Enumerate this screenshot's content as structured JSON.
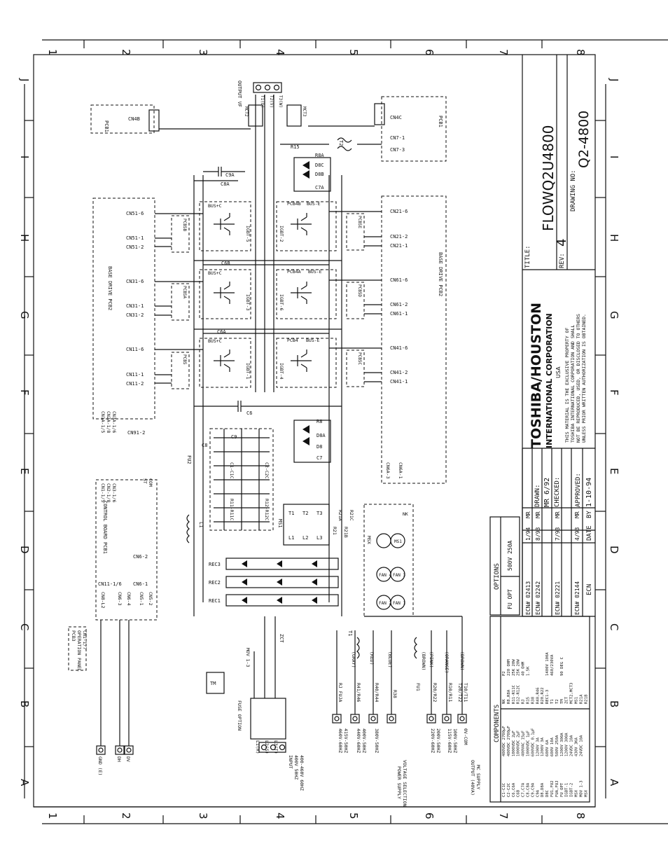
{
  "ruler": {
    "numbers": [
      "1",
      "2",
      "3",
      "4",
      "5",
      "6",
      "7",
      "8"
    ],
    "letters_right": [
      "J",
      "I",
      "H",
      "G",
      "F",
      "E",
      "D",
      "C",
      "B",
      "A"
    ]
  },
  "title_block": {
    "company_line1": "TOSHIBA/HOUSTON",
    "company_line2": "INTERNATIONAL CORPORATION",
    "company_line3": "USA",
    "notice": [
      "THIS MATERIAL IS THE EXCLUSIVE PROPERTY OF",
      "TOSHIBA INTERNATIONAL CORPORATION AND SHALL",
      "NOT BE REPRODUCED, USED, OR DISCLOSED TO OTHERS",
      "UNLESS PRIOR WRITTEN AUTHORIZATION IS OBTAINED."
    ],
    "title_label": "TITLE:",
    "title": "FLOWQ2U4800",
    "rev_label": "REV:",
    "rev": "4",
    "drawing_no_label": "DRAWING NO:",
    "drawing_no": "Q2-4800",
    "drawn_label": "DRAWN:",
    "drawn": "MR 6/92",
    "checked_label": "CHECKED:",
    "approved_label": "APPROVED:",
    "approved": "1-10-94"
  },
  "revisions": {
    "rows": [
      {
        "ecn": "ECN# 02413",
        "date": "1/94",
        "by": "MR"
      },
      {
        "ecn": "ECN# 02242",
        "date": "8/93",
        "by": "MR"
      },
      {
        "ecn": "ECN# 02221",
        "date": "7/93",
        "by": "MR"
      },
      {
        "ecn": "ECN# 02144",
        "date": "4/93",
        "by": "MR"
      }
    ],
    "hdr_ecn": "ECN",
    "hdr_date": "DATE",
    "hdr_by": "BY"
  },
  "options": {
    "title": "OPTIONS",
    "row_label": "FU OPT",
    "row_value": "500V 250A"
  },
  "components": {
    "title": "COMPONENTS",
    "left": [
      "C1-C1C",
      "C2-C2C",
      "C6,C6A",
      "C6B",
      "C7,C7A",
      "C8,C8A",
      "C9,C9A",
      "C9A",
      "D8,D8A",
      "D8C",
      "FU1,FU2",
      "FUA,FUJ",
      "FU OPT",
      "IGBT-1",
      "IGBT-2",
      "MSX",
      "MOV 1-3",
      "MSX"
    ],
    "right": [
      "400VDC 2700µF",
      "400VDC 2700µF",
      "1000VDC 2µF",
      "1000VDC 2µF",
      "400VAC 15µF",
      "1000VDC 1µF",
      "600VDC 0.1µF",
      "1200V 3A",
      "1200V 3A",
      "600V 6A",
      "600V 10A",
      "500V 250A",
      "1200V 300A",
      "1200V 300A",
      "24VDC 10A",
      "430V 3KA",
      "24VDC 10A",
      ""
    ],
    "right2": [
      "NK",
      "R8,R8A",
      "R11-R11C",
      "R12-R12C",
      "RJ",
      "R15",
      "R38",
      "R40,R46",
      "R20,R22",
      "REC1-3",
      "T1",
      "T2",
      "TM",
      "ZCT",
      "MCT2,MCT3",
      "MS1",
      "R21A",
      "R21B"
    ],
    "right2v": [
      "P2",
      "220 OHM",
      "25K 20W",
      "25K 20W",
      "40 OHM",
      "1.5K",
      "",
      "",
      "",
      "1400V 100A",
      "460/230VA",
      "",
      "90 DEG C",
      "",
      "",
      "",
      "",
      ""
    ]
  },
  "labels": {
    "pcb1_left": "PCB1",
    "cn4b": "CN4B",
    "pcb1_right": "PCB1",
    "cn4c": "CN4C",
    "cn7_1": "CN7-1",
    "cn7_3": "CN7-3",
    "output_vf": "OUTPUT VF",
    "t1u": "T1(U)",
    "t2v": "T2(V)",
    "t3w": "T3(W)",
    "mct2": "MCT2",
    "mct3": "MCT3",
    "cn4bb": "CN4B",
    "cn4cc": "CN4C",
    "r15": "R15",
    "t2": "T2",
    "c9a": "C9A",
    "c8a": "C8A",
    "r8a": "R8A",
    "d8c": "D8C",
    "d8b": "D8B",
    "c7a": "C7A",
    "base_drive_left": "BASE DRIVE PCB2",
    "base_drive_right": "BASE DRIVE PCB2",
    "cn51_6": "CN51-6",
    "cn51_1": "CN51-1",
    "cn51_2": "CN51-2",
    "cn31_6": "CN31-6",
    "cn31_1": "CN31-1",
    "cn31_2": "CN31-2",
    "cn11_6": "CN11-6",
    "cn11_1": "CN11-1",
    "cn11_2": "CN11-2",
    "cn21_6": "CN21-6",
    "cn21_2": "CN21-2",
    "cn21_1": "CN21-1",
    "cn61_6": "CN61-6",
    "cn61_2": "CN61-2",
    "cn61_1": "CN61-1",
    "cn41_6": "CN41-6",
    "cn41_2": "CN41-2",
    "cn41_1": "CN41-1",
    "pcb5b": "PCB5B",
    "pcb5a": "PCB5A",
    "pcb5": "PCB5",
    "pcb5e": "PCB5E",
    "pcb5d": "PCB5D",
    "pcb5c": "PCB5C",
    "pcb4b": "PCB4B",
    "pcb4a": "PCB4A",
    "pcb4": "PCB4",
    "bus_c": "BUS+C",
    "bus_e": "BUS-E",
    "igbt5": "IGBT-5",
    "igbt3": "IGBT-3",
    "igbt1": "IGBT-1",
    "igbt2": "IGBT-2",
    "igbt6": "IGBT-6",
    "igbt4": "IGBT-4",
    "c6b": "C6B",
    "c6a": "C6A",
    "c6": "C6",
    "c8": "C8",
    "c9": "C9",
    "r8": "R8",
    "d8a": "D8A",
    "d8": "D8",
    "c7": "C7",
    "cn1a": "CN1A-1/5",
    "cn2a": "CN2A-1/8",
    "cn3a": "CN3A-1/6",
    "cn91_2": "CN91-2",
    "fu2": "FU2",
    "c1c1c": "C1-C1C",
    "c2c2c": "C2-C2C",
    "r11r11c": "R11-R11C",
    "r12r12c": "R12-R12C",
    "l1": "L1",
    "ms1": "MS1",
    "t1l": "T1",
    "t2l": "T2",
    "t3l": "T3",
    "l1l": "L1",
    "l2l": "L2",
    "l3l": "L3",
    "r21": "R21",
    "r21a": "R21A",
    "r21b": "R21B",
    "r21c": "R21C",
    "cn6a_3": "CN6A-3",
    "cn6a_1": "CN6A-1",
    "nk": "NK",
    "msx": "MSX",
    "ms1c": "MS1",
    "fan1": "FAN 1",
    "fan2": "FAN 2",
    "fan3": "FAN 3",
    "fan4": "FAN 4",
    "control_board": "CONTROL BOARD PCB1",
    "cn1_15": "CN1-1/5",
    "cn2_18": "CN2-1/8",
    "cn3_16": "CN3-1/6",
    "st": "ST",
    "com": "COM",
    "cn6_2": "CN6-2",
    "cn6_1": "CN6-1",
    "cn11_16": "CN11-1/6",
    "cn8_l2": "CN8-L2",
    "cn6_3": "CN6-3",
    "cn6_4": "CN6-4",
    "cn5_1": "CN5-1",
    "cn5_2": "CN5-2",
    "rec3": "REC3",
    "rec2": "REC2",
    "rec1": "REC1",
    "zct": "ZCT",
    "mov": "MOV 1-3",
    "pcb3": "PCB3",
    "op_panel": "OPERATION PANEL",
    "cn1_17": "CN1-1/7",
    "tm": "TM",
    "fuse_option": "FUSE OPTION",
    "l1r": "L1(R)",
    "l2s": "L2(S)",
    "l3t": "L3(T)",
    "input1": "INPUT",
    "input2": "400V 50HZ",
    "input3": "400-460V 60HZ",
    "gnd": "GND (E)",
    "dh": "DH",
    "dv": "DV",
    "rj_fuj": "RJ FUJA",
    "r41_r46": "R41/R46",
    "r40_r44": "R40/R44",
    "r38": "R38",
    "fu1": "FU1",
    "r20_r22": "R20/R22",
    "r10_r11": "R10/R11",
    "t20_t22": "T20/T22",
    "t10_t11": "T10/T11",
    "gray": "(GRAY)",
    "red": "(RED)",
    "blue": "(BLUE)",
    "brown": "(BROWN)",
    "pink": "(PINK)",
    "orange": "(ORANGE)",
    "brown2": "(BROWN)",
    "v460": "460V-60HZ",
    "v415": "415V-50HZ",
    "v440": "440V-60HZ",
    "v400": "400V-50HZ",
    "v380": "380V-50HZ",
    "v220": "220V-60HZ",
    "v200": "200V-50HZ",
    "v115": "115V-60HZ",
    "v100": "100V-50HZ",
    "v0": "0V-COM",
    "psvs1": "POWER SUPPLY",
    "psvs2": "VOLTAGE SELECTION",
    "out1": "OUTPUT (40VA)",
    "out2": "MC SUPPLY",
    "t1trans": "T1",
    "num6": "6",
    "num5": "5",
    "num4": "4",
    "num3": "3"
  }
}
